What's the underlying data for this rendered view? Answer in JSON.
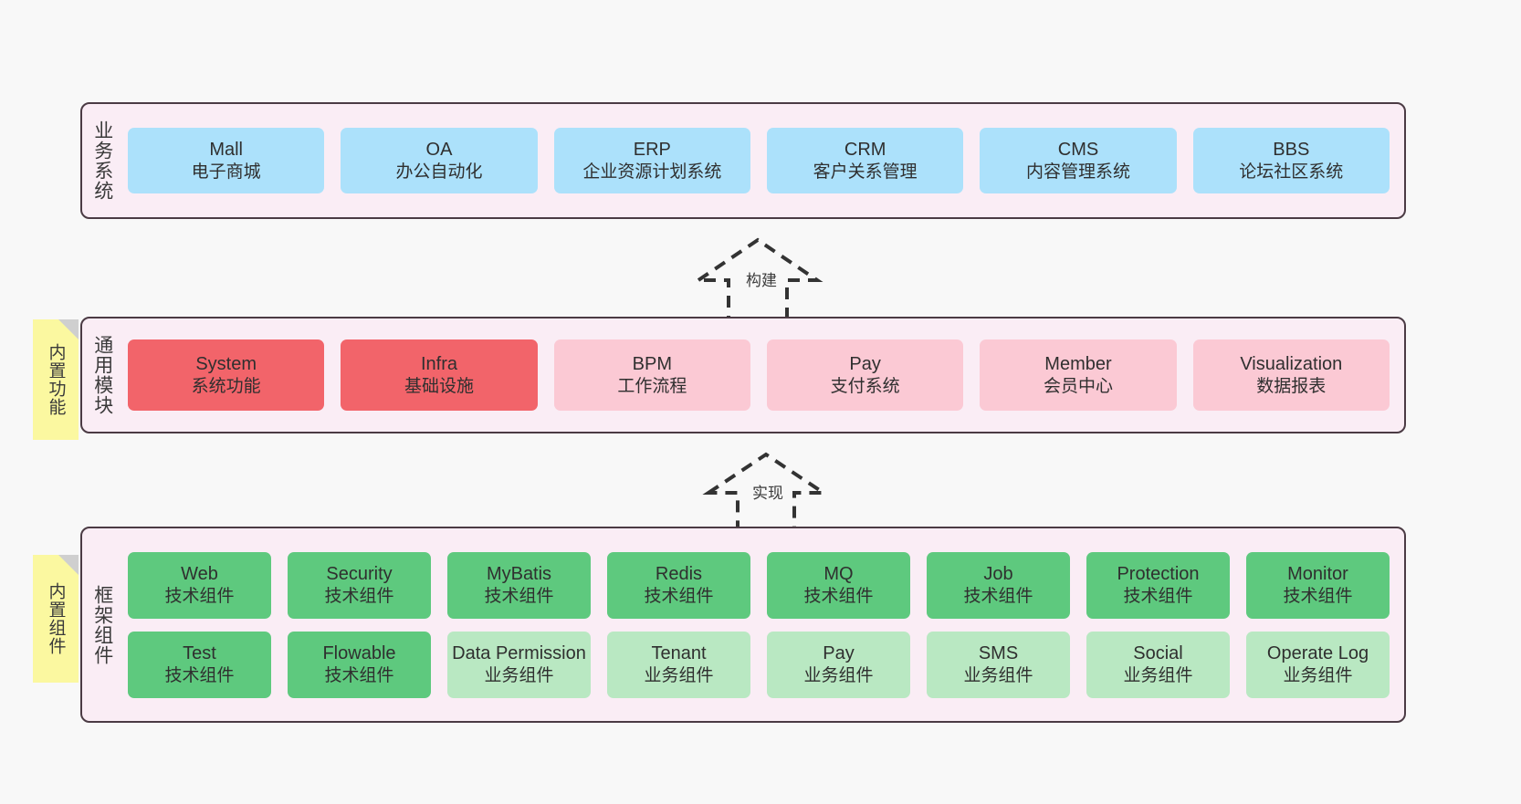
{
  "diagram": {
    "background_color": "#f8f8f8",
    "layer_bg_color": "#faedf5",
    "note_color": "#fbf8a0"
  },
  "layers": [
    {
      "id": "business",
      "title": "业务系统",
      "rows": [
        [
          {
            "name": "Mall",
            "sub": "电子商城",
            "color": "#ace1fb",
            "variant": "c-blue"
          },
          {
            "name": "OA",
            "sub": "办公自动化",
            "color": "#ace1fb",
            "variant": "c-blue"
          },
          {
            "name": "ERP",
            "sub": "企业资源计划系统",
            "color": "#ace1fb",
            "variant": "c-blue"
          },
          {
            "name": "CRM",
            "sub": "客户关系管理",
            "color": "#ace1fb",
            "variant": "c-blue"
          },
          {
            "name": "CMS",
            "sub": "内容管理系统",
            "color": "#ace1fb",
            "variant": "c-blue"
          },
          {
            "name": "BBS",
            "sub": "论坛社区系统",
            "color": "#ace1fb",
            "variant": "c-blue"
          }
        ]
      ]
    },
    {
      "id": "modules",
      "title": "通用模块",
      "rows": [
        [
          {
            "name": "System",
            "sub": "系统功能",
            "color": "#f2646a",
            "variant": "c-red"
          },
          {
            "name": "Infra",
            "sub": "基础设施",
            "color": "#f2646a",
            "variant": "c-red"
          },
          {
            "name": "BPM",
            "sub": "工作流程",
            "color": "#fbc9d4",
            "variant": "c-pink"
          },
          {
            "name": "Pay",
            "sub": "支付系统",
            "color": "#fbc9d4",
            "variant": "c-pink"
          },
          {
            "name": "Member",
            "sub": "会员中心",
            "color": "#fbc9d4",
            "variant": "c-pink"
          },
          {
            "name": "Visualization",
            "sub": "数据报表",
            "color": "#fbc9d4",
            "variant": "c-pink"
          }
        ]
      ]
    },
    {
      "id": "frame",
      "title": "框架组件",
      "rows": [
        [
          {
            "name": "Web",
            "sub": "技术组件",
            "color": "#5ec97e",
            "variant": "c-green"
          },
          {
            "name": "Security",
            "sub": "技术组件",
            "color": "#5ec97e",
            "variant": "c-green"
          },
          {
            "name": "MyBatis",
            "sub": "技术组件",
            "color": "#5ec97e",
            "variant": "c-green"
          },
          {
            "name": "Redis",
            "sub": "技术组件",
            "color": "#5ec97e",
            "variant": "c-green"
          },
          {
            "name": "MQ",
            "sub": "技术组件",
            "color": "#5ec97e",
            "variant": "c-green"
          },
          {
            "name": "Job",
            "sub": "技术组件",
            "color": "#5ec97e",
            "variant": "c-green"
          },
          {
            "name": "Protection",
            "sub": "技术组件",
            "color": "#5ec97e",
            "variant": "c-green"
          },
          {
            "name": "Monitor",
            "sub": "技术组件",
            "color": "#5ec97e",
            "variant": "c-green"
          }
        ],
        [
          {
            "name": "Test",
            "sub": "技术组件",
            "color": "#5ec97e",
            "variant": "c-green"
          },
          {
            "name": "Flowable",
            "sub": "技术组件",
            "color": "#5ec97e",
            "variant": "c-green"
          },
          {
            "name": "Data Permission",
            "sub": "业务组件",
            "color": "#b9e8c2",
            "variant": "c-lightgreen"
          },
          {
            "name": "Tenant",
            "sub": "业务组件",
            "color": "#b9e8c2",
            "variant": "c-lightgreen"
          },
          {
            "name": "Pay",
            "sub": "业务组件",
            "color": "#b9e8c2",
            "variant": "c-lightgreen"
          },
          {
            "name": "SMS",
            "sub": "业务组件",
            "color": "#b9e8c2",
            "variant": "c-lightgreen"
          },
          {
            "name": "Social",
            "sub": "业务组件",
            "color": "#b9e8c2",
            "variant": "c-lightgreen"
          },
          {
            "name": "Operate Log",
            "sub": "业务组件",
            "color": "#b9e8c2",
            "variant": "c-lightgreen"
          }
        ]
      ]
    }
  ],
  "notes": [
    {
      "id": "functions",
      "label": "内置功能"
    },
    {
      "id": "components",
      "label": "内置组件"
    }
  ],
  "arrows": [
    {
      "id": "build",
      "label": "构建"
    },
    {
      "id": "impl",
      "label": "实现"
    }
  ]
}
